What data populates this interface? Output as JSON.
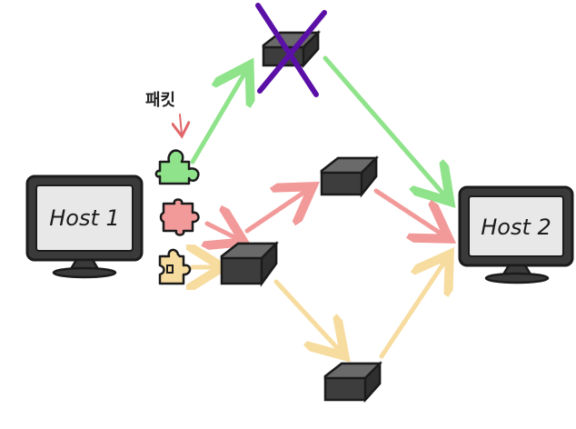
{
  "hosts": {
    "host1": {
      "label": "Host 1"
    },
    "host2": {
      "label": "Host 2"
    }
  },
  "packet_label": "패킷",
  "colors": {
    "green": "#8fe38a",
    "red": "#f29a9a",
    "yellow": "#f7dca0",
    "purple": "#5a0fa6",
    "box_top": "#5e5e5e",
    "box_side": "#3d3d3d",
    "monitor": "#3a3a3a",
    "screen": "#e8e8e8",
    "outline": "#1b1b1b"
  },
  "icons": [
    "router-box-icon",
    "monitor-icon",
    "puzzle-piece-icon",
    "cross-icon"
  ]
}
